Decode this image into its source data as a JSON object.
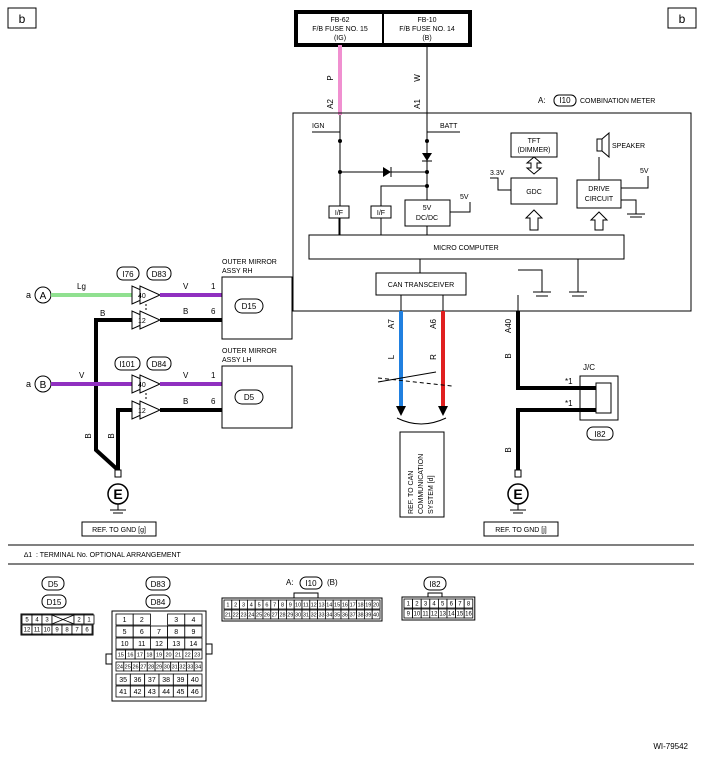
{
  "page_tag": "b",
  "fuses": {
    "left": {
      "line1": "FB-62",
      "line2": "F/B FUSE NO. 15",
      "line3": "(IG)"
    },
    "right": {
      "line1": "FB-10",
      "line2": "F/B FUSE NO. 14",
      "line3": "(B)"
    }
  },
  "wires": {
    "fuse_left": {
      "color_code": "P",
      "terminal": "A2",
      "color": "#f090d0"
    },
    "fuse_right": {
      "color_code": "W",
      "terminal": "A1",
      "color": "#000000"
    },
    "mirror_rh_in": {
      "color_code": "Lg",
      "color": "#90e090"
    },
    "mirror_rh_out": {
      "color_code": "V",
      "color": "#9030c0"
    },
    "mirror_lh_in": {
      "color_code": "V",
      "color": "#9030c0"
    },
    "black": {
      "color_code": "B",
      "color": "#000000"
    },
    "can_l": {
      "terminal": "A7",
      "color_code": "L",
      "color": "#2080e0"
    },
    "can_h": {
      "terminal": "A6",
      "color_code": "R",
      "color": "#e02020"
    },
    "gnd_meter": {
      "terminal": "A40",
      "color_code": "B"
    }
  },
  "combination_meter": {
    "label_prefix": "A:",
    "connector": "I10",
    "label": "COMBINATION METER",
    "ign": "IGN",
    "batt": "BATT",
    "tft": "TFT",
    "dimmer": "(DIMMER)",
    "v33": "3.3V",
    "gdc": "GDC",
    "drive1": "DRIVE",
    "drive2": "CIRCUIT",
    "speaker": "SPEAKER",
    "v5": "5V",
    "v5b": "5V",
    "dcdc1": "5V",
    "dcdc2": "DC/DC",
    "if1": "I/F",
    "if2": "I/F",
    "micro": "MICRO COMPUTER",
    "can": "CAN TRANSCEIVER"
  },
  "mirror_rh": {
    "title1": "OUTER MIRROR",
    "title2": "ASSY RH",
    "connector": "D15",
    "conn_a": "I76",
    "conn_b": "D83",
    "pin_a": "40",
    "pin_b": "12",
    "term_1": "1",
    "term_6": "6"
  },
  "mirror_lh": {
    "title1": "OUTER MIRROR",
    "title2": "ASSY LH",
    "connector": "D5",
    "conn_a": "I101",
    "conn_b": "D84",
    "pin_a": "40",
    "pin_b": "12",
    "term_1": "1",
    "term_6": "6"
  },
  "signal_a": {
    "prefix": "a",
    "letter": "A"
  },
  "signal_b": {
    "prefix": "a",
    "letter": "B"
  },
  "ground_symbol": "E",
  "ref_gnd_left": "REF. TO GND [g]",
  "ref_gnd_right": "REF. TO GND [j]",
  "ref_can": {
    "line1": "REF. TO CAN",
    "line2": "COMMUNICATION",
    "line3": "SYSTEM [d]"
  },
  "jc": {
    "label": "J/C",
    "connector": "I82",
    "mark": "*1"
  },
  "footnote": {
    "mark": "∆1",
    "text": ": TERMINAL No. OPTIONAL ARRANGEMENT"
  },
  "connectors": {
    "d5_label": "D5",
    "d15_label": "D15",
    "d5_top": [
      "5",
      "4",
      "3",
      "",
      "2",
      "1"
    ],
    "d5_bottom": [
      "12",
      "11",
      "10",
      "9",
      "8",
      "7",
      "6"
    ],
    "d83_label": "D83",
    "d84_label": "D84",
    "d83_rows": [
      [
        "1",
        "2",
        "",
        "3",
        "4"
      ],
      [
        "5",
        "6",
        "7",
        "8",
        "9"
      ],
      [
        "10",
        "11",
        "12",
        "13",
        "14"
      ],
      [
        "15",
        "16",
        "17",
        "18",
        "19",
        "20",
        "21",
        "22",
        "23"
      ],
      [
        "24",
        "25",
        "26",
        "27",
        "28",
        "29",
        "30",
        "31",
        "32",
        "33",
        "34"
      ],
      [
        "35",
        "36",
        "37",
        "38",
        "39",
        "40"
      ],
      [
        "41",
        "42",
        "43",
        "44",
        "45",
        "46"
      ]
    ],
    "i10_prefix": "A:",
    "i10_label": "I10",
    "i10_suffix": "(B)",
    "i10_top": [
      "1",
      "2",
      "3",
      "4",
      "5",
      "6",
      "7",
      "8",
      "9",
      "10",
      "11",
      "12",
      "13",
      "14",
      "15",
      "16",
      "17",
      "18",
      "19",
      "20"
    ],
    "i10_bottom": [
      "21",
      "22",
      "23",
      "24",
      "25",
      "26",
      "27",
      "28",
      "29",
      "30",
      "31",
      "32",
      "33",
      "34",
      "35",
      "36",
      "37",
      "38",
      "39",
      "40"
    ],
    "i82_label": "I82",
    "i82_top": [
      "1",
      "2",
      "3",
      "4",
      "5",
      "6",
      "7",
      "8"
    ],
    "i82_bottom": [
      "9",
      "10",
      "11",
      "12",
      "13",
      "14",
      "15",
      "16"
    ]
  },
  "figure_id": "WI-79542"
}
